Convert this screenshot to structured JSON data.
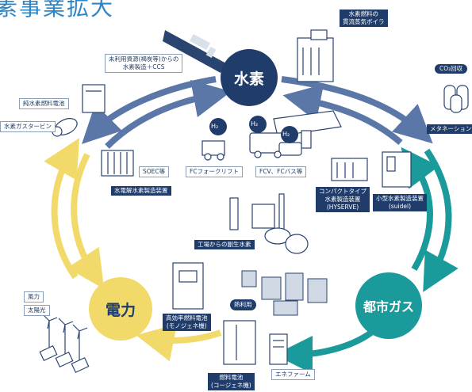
{
  "title": "素事業拡大",
  "hubs": {
    "hydrogen": "水素",
    "power": "電力",
    "city_gas": "都市ガス"
  },
  "labels": {
    "unused_resources": [
      "未利用資源(褐炭等)からの",
      "水素製造＋CCS"
    ],
    "h2_boiler": [
      "水素燃料の",
      "貫流蒸気ボイラ"
    ],
    "co2_capture": "CO₂回収",
    "methanation": "メタネーション",
    "pure_h2_fc": "純水素燃料電池",
    "h2_gas_turbine": "水素ガスタービン",
    "soec": "SOEC等",
    "electrolysis": "水電解水素製造装置",
    "fc_forklift": "FCフォークリフト",
    "fcv_bus": "FCV、FCバス等",
    "compact": [
      "コンパクトタイプ",
      "水素製造装置",
      "(HYSERVE)"
    ],
    "small": [
      "小型水素製造装置",
      "(suidel)"
    ],
    "byproduct": "工場からの副生水素",
    "wind": "風力",
    "solar": "太陽光",
    "hi_eff_fc": [
      "高効率燃料電池",
      "(モノジェネ機)"
    ],
    "heat_use": "熱利用",
    "enefarm": "エネファーム",
    "fc_cogen": [
      "燃料電池",
      "(コージェネ機)"
    ],
    "h2_tag": "H₂"
  },
  "colors": {
    "navy": "#1f3c6b",
    "yellow": "#f2da6a",
    "teal": "#1a9a9a",
    "arrow_blue": "#5a77a8",
    "title_blue": "#2f86c7"
  }
}
